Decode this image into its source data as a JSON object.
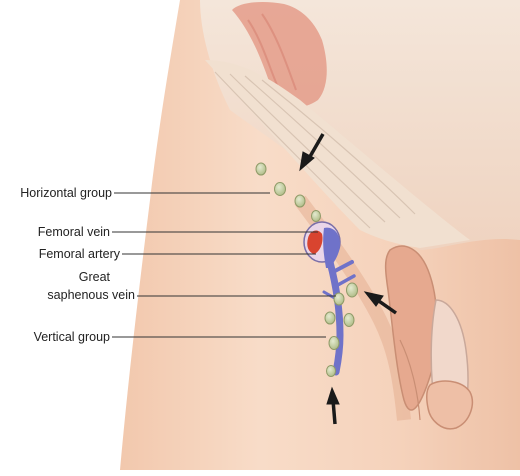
{
  "labels": {
    "horizontal_group": "Horizontal group",
    "femoral_vein": "Femoral vein",
    "femoral_artery": "Femoral artery",
    "great_saphenous_line1": "Great",
    "great_saphenous_line2": "saphenous vein",
    "vertical_group": "Vertical group"
  },
  "colors": {
    "skin_light": "#f7d9c4",
    "skin_mid": "#eebfa2",
    "skin_shadow": "#dca083",
    "muscle": "#e39a8a",
    "ligament": "#f3e2d4",
    "lymph_node": "#c9d3a6",
    "vein": "#6f72c9",
    "artery": "#d9442f",
    "arrow": "#1a1a1a",
    "leader_line": "#333333"
  },
  "icons": [
    "arrow-icon"
  ]
}
